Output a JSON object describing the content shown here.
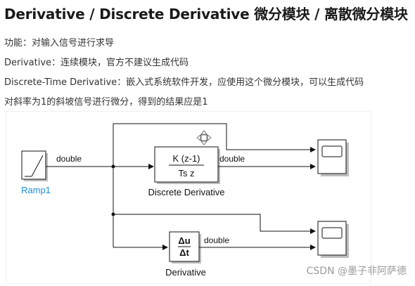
{
  "header": {
    "title": "Derivative / Discrete Derivative 微分模块 / 离散微分模块"
  },
  "lines": [
    "功能：对输入信号进行求导",
    "Derivative：连续模块，官方不建议生成代码",
    "Discrete-Time Derivative：嵌入式系统软件开发，应使用这个微分模块，可以生成代码",
    "对斜率为1的斜坡信号进行微分，得到的结果应是1"
  ],
  "diagram": {
    "ramp": {
      "name": "Ramp1"
    },
    "signal_type": "double",
    "discrete_derivative": {
      "numerator": "K (z-1)",
      "denominator": "Ts z",
      "name": "Discrete Derivative"
    },
    "derivative": {
      "numerator": "Δu",
      "denominator": "Δt",
      "name": "Derivative"
    },
    "colors": {
      "ramp_label": "#1a8fd6",
      "wire": "#111111",
      "block_shadow": "#b8b8b8"
    }
  },
  "watermark": "CSDN @墨子非阿萨德"
}
